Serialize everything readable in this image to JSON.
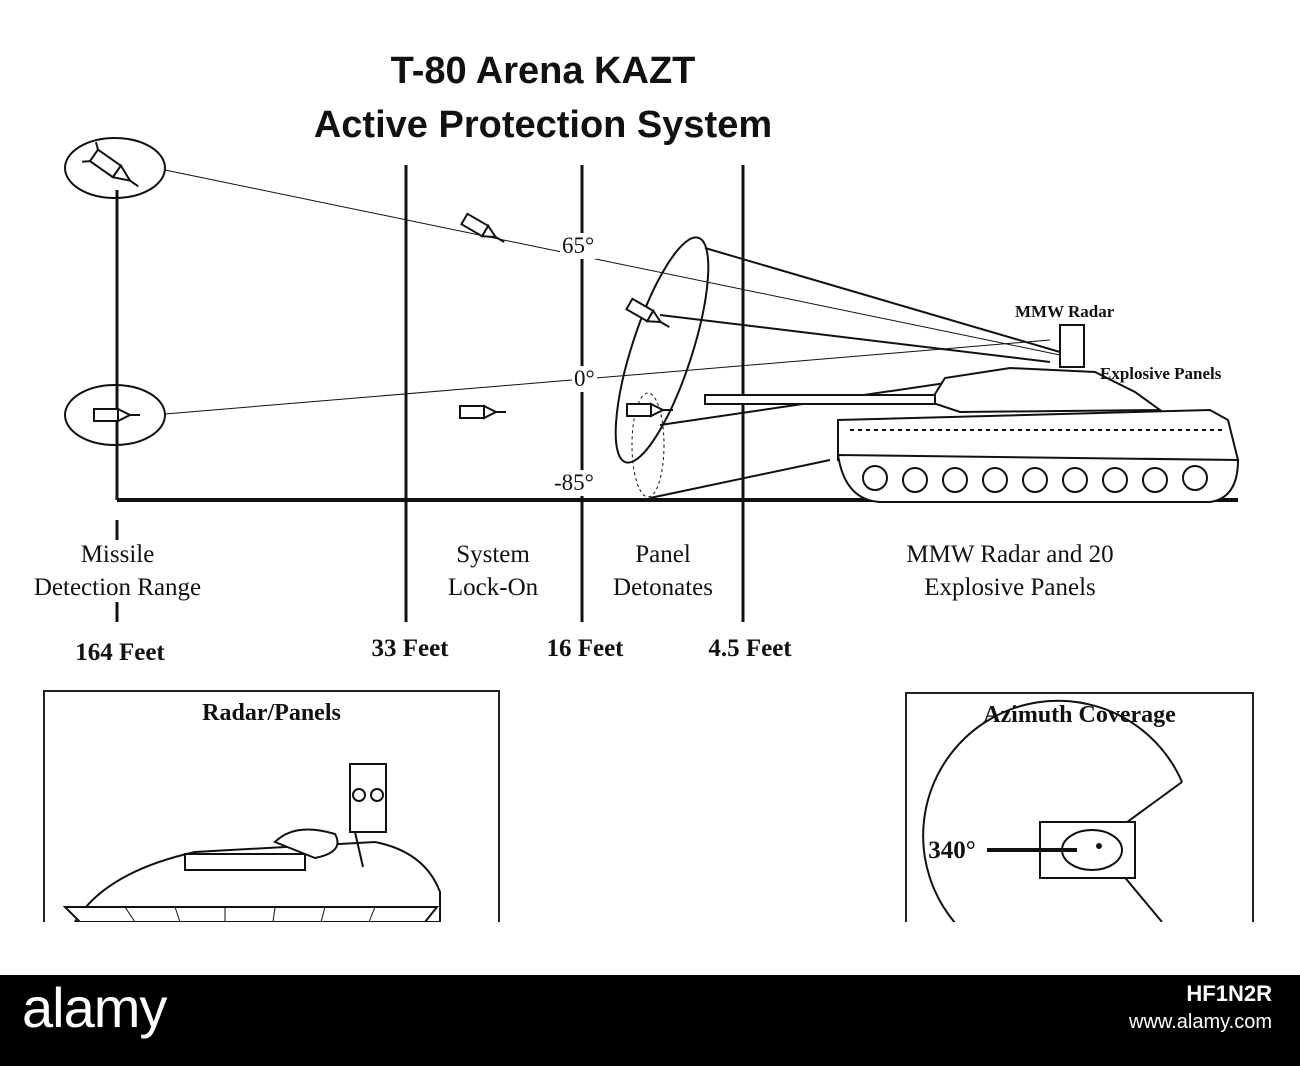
{
  "title": {
    "line1": "T-80 Arena KAZT",
    "line2": "Active Protection System"
  },
  "stages": [
    {
      "label_line1": "Missile",
      "label_line2": "Detection Range",
      "distance": "164 Feet"
    },
    {
      "label_line1": "System",
      "label_line2": "Lock-On",
      "distance": "33 Feet"
    },
    {
      "label_line1": "Panel",
      "label_line2": "Detonates",
      "distance": "16 Feet"
    },
    {
      "label_line1": "MMW Radar and 20",
      "label_line2": "Explosive Panels",
      "distance": "4.5 Feet"
    }
  ],
  "angles": {
    "top": "65°",
    "middle": "0°",
    "bottom": "-85°"
  },
  "tank_labels": {
    "radar": "MMW Radar",
    "panels": "Explosive Panels"
  },
  "insets": {
    "radar_panels": {
      "title": "Radar/Panels"
    },
    "azimuth": {
      "title": "Azimuth Coverage",
      "angle": "340°"
    }
  },
  "watermark": {
    "brand": "alamy",
    "image_id": "HF1N2R",
    "url": "www.alamy.com"
  }
}
